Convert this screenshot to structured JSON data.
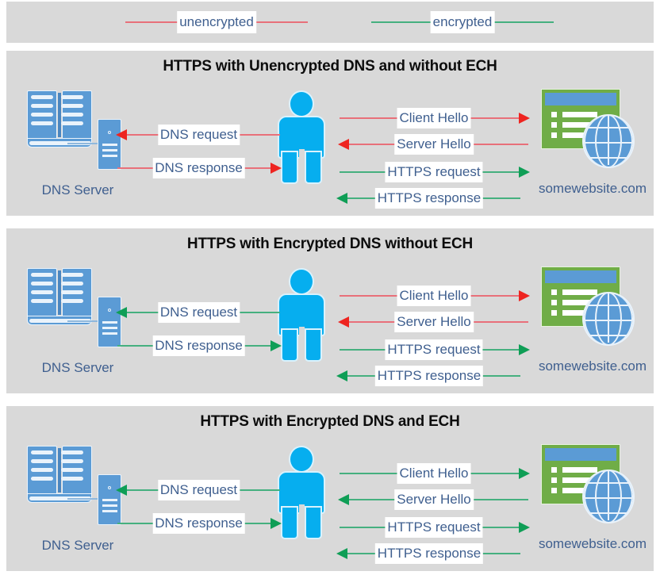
{
  "legend": {
    "items": [
      {
        "label": "unencrypted",
        "color": "#e8707a",
        "name": "legend-unencrypted"
      },
      {
        "label": "encrypted",
        "color": "#45b07f",
        "name": "legend-encrypted"
      }
    ]
  },
  "colors": {
    "unencrypted_line": "#e8707a",
    "unencrypted_arrow": "#ee2420",
    "encrypted_line": "#45b07f",
    "encrypted_arrow": "#0f9e56",
    "panel_bg": "#d9d9d9",
    "label_text": "#3f5f8f",
    "title_text": "#0d0d0d",
    "person": "#06aeef",
    "server_blue": "#5b9bd5",
    "site_green": "#70ad47"
  },
  "nodes": {
    "dns_server_label": "DNS Server",
    "website_label": "somewebsite.com"
  },
  "panels": [
    {
      "title": "HTTPS with Unencrypted DNS and without ECH",
      "left_messages": [
        {
          "label": "DNS request",
          "direction": "left",
          "encrypted": false
        },
        {
          "label": "DNS response",
          "direction": "right",
          "encrypted": false
        }
      ],
      "right_messages": [
        {
          "label": "Client Hello",
          "direction": "right",
          "encrypted": false
        },
        {
          "label": "Server Hello",
          "direction": "left",
          "encrypted": false
        },
        {
          "label": "HTTPS request",
          "direction": "right",
          "encrypted": true
        },
        {
          "label": "HTTPS response",
          "direction": "left",
          "encrypted": true
        }
      ]
    },
    {
      "title": "HTTPS with Encrypted DNS without ECH",
      "left_messages": [
        {
          "label": "DNS request",
          "direction": "left",
          "encrypted": true
        },
        {
          "label": "DNS response",
          "direction": "right",
          "encrypted": true
        }
      ],
      "right_messages": [
        {
          "label": "Client Hello",
          "direction": "right",
          "encrypted": false
        },
        {
          "label": "Server Hello",
          "direction": "left",
          "encrypted": false
        },
        {
          "label": "HTTPS request",
          "direction": "right",
          "encrypted": true
        },
        {
          "label": "HTTPS response",
          "direction": "left",
          "encrypted": true
        }
      ]
    },
    {
      "title": "HTTPS with Encrypted DNS and ECH",
      "left_messages": [
        {
          "label": "DNS request",
          "direction": "left",
          "encrypted": true
        },
        {
          "label": "DNS response",
          "direction": "right",
          "encrypted": true
        }
      ],
      "right_messages": [
        {
          "label": "Client Hello",
          "direction": "right",
          "encrypted": true
        },
        {
          "label": "Server Hello",
          "direction": "left",
          "encrypted": true
        },
        {
          "label": "HTTPS request",
          "direction": "right",
          "encrypted": true
        },
        {
          "label": "HTTPS response",
          "direction": "left",
          "encrypted": true
        }
      ]
    }
  ]
}
